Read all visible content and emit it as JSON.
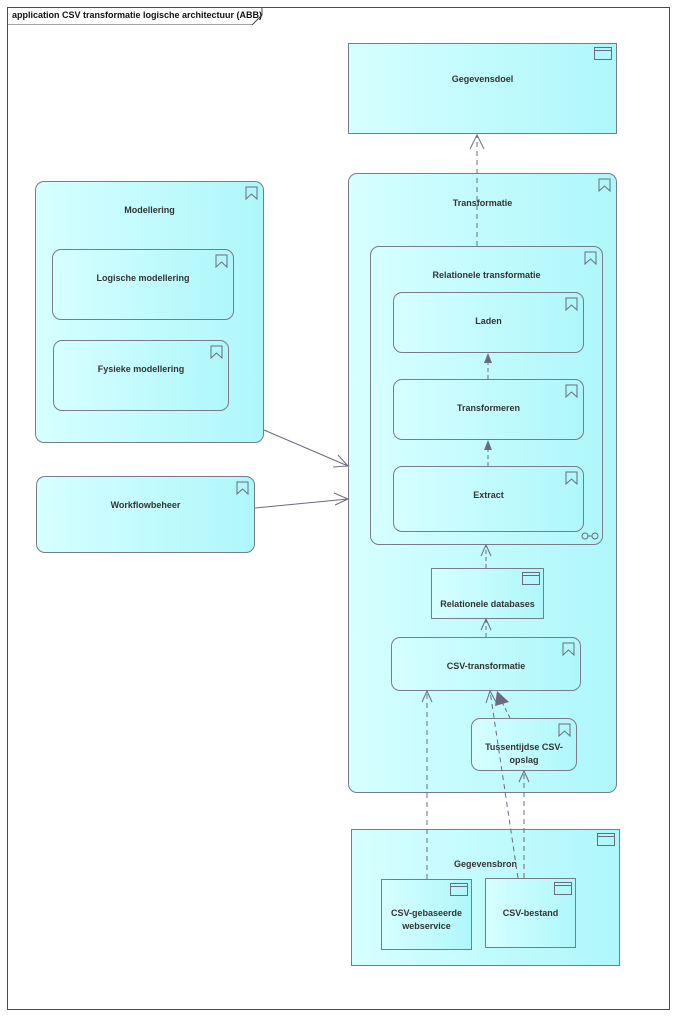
{
  "diagram": {
    "title": "application CSV transformatie logische architectuur (ABB)",
    "nodes": {
      "gegevensdoel": "Gegevensdoel",
      "transformatie": "Transformatie",
      "relationele_transformatie": "Relationele transformatie",
      "laden": "Laden",
      "transformeren": "Transformeren",
      "extract": "Extract",
      "relationele_databases": "Relationele databases",
      "csv_transformatie": "CSV-transformatie",
      "tussentijdse_csv_opslag": "Tussentijdse CSV-opslag",
      "modellering": "Modellering",
      "logische_modellering": "Logische modellering",
      "fysieke_modellering": "Fysieke modellering",
      "workflowbeheer": "Workflowbeheer",
      "gegevensbron": "Gegevensbron",
      "csv_gebaseerde_webservice": "CSV-gebaseerde\nwebservice",
      "csv_bestand": "CSV-bestand"
    },
    "icons": {
      "function": "function-bookmark-icon",
      "component": "component-window-icon",
      "interface": "interface-lollipop-icon"
    },
    "colors": {
      "fill_light": "#d6ffff",
      "fill_dark": "#aef7fb",
      "border": "#7a7a8a",
      "connector": "#6b6b80"
    }
  }
}
